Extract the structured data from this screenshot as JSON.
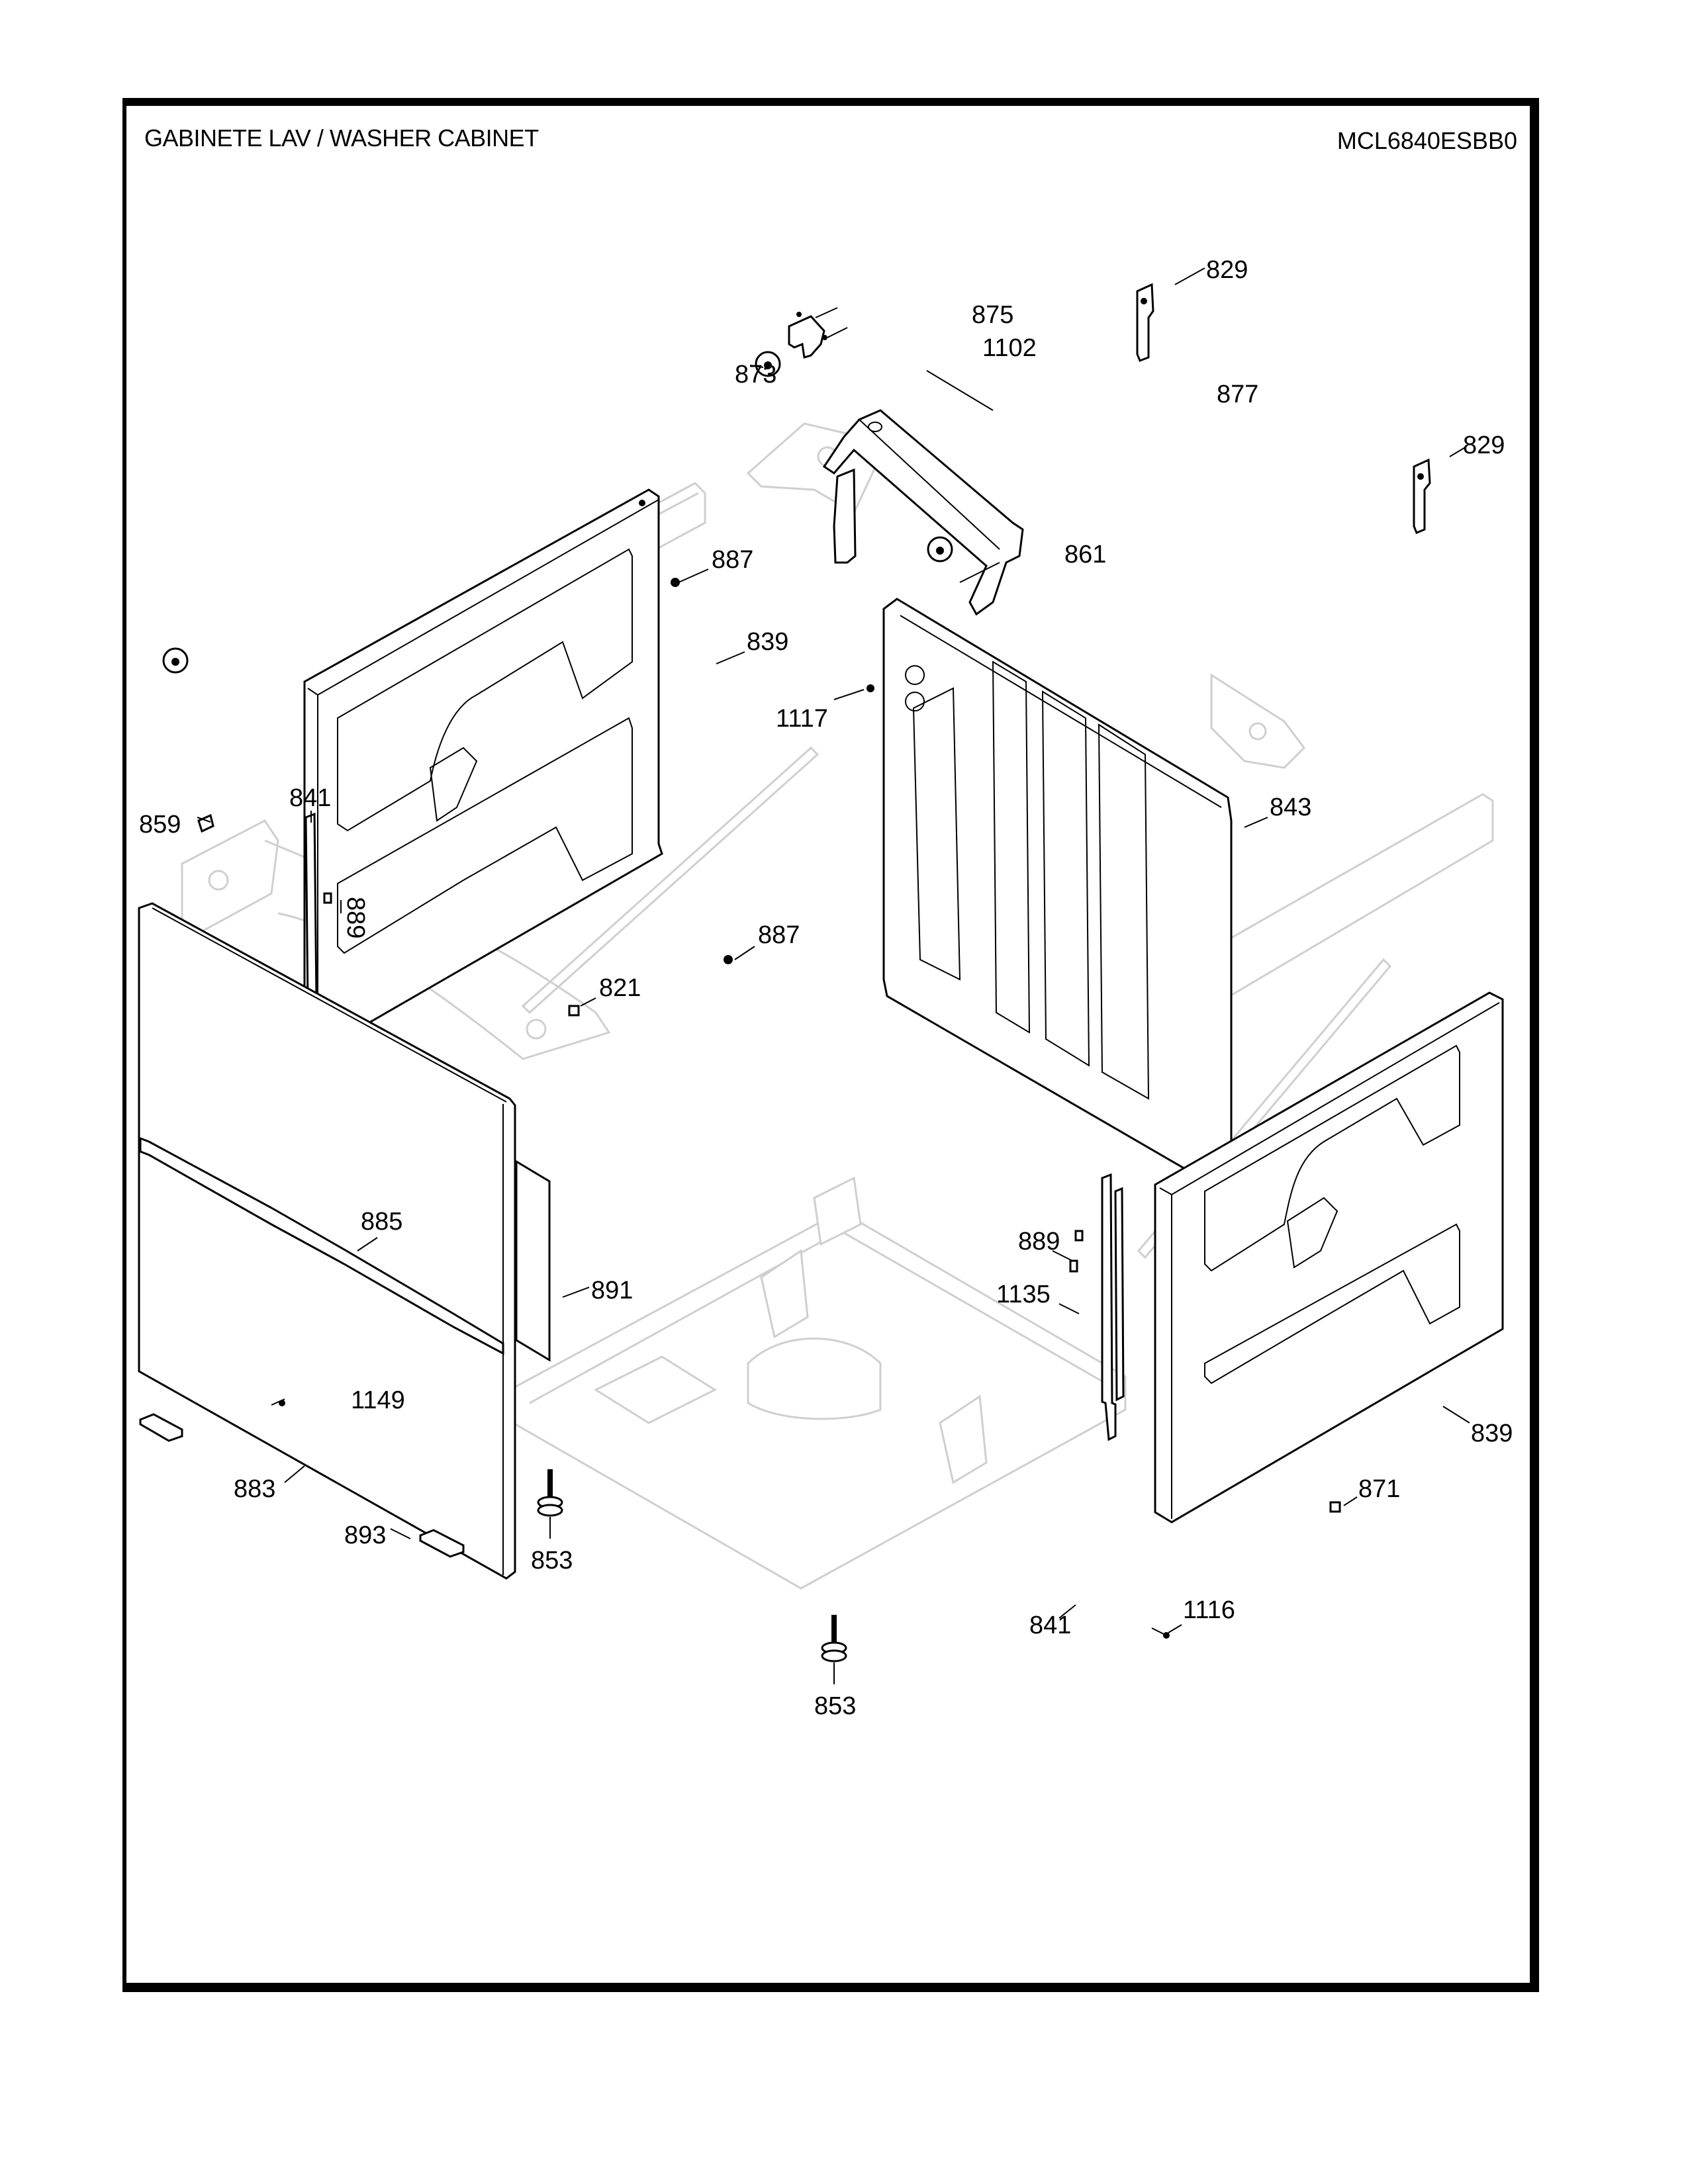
{
  "header": {
    "title": "GABINETE LAV / WASHER CABINET",
    "model": "MCL6840ESBB0"
  },
  "callouts": [
    {
      "id": "829a",
      "label": "829"
    },
    {
      "id": "875",
      "label": "875"
    },
    {
      "id": "1102",
      "label": "1102"
    },
    {
      "id": "873",
      "label": "873"
    },
    {
      "id": "877",
      "label": "877"
    },
    {
      "id": "829b",
      "label": "829"
    },
    {
      "id": "887a",
      "label": "887"
    },
    {
      "id": "861",
      "label": "861"
    },
    {
      "id": "839a",
      "label": "839"
    },
    {
      "id": "1117",
      "label": "1117"
    },
    {
      "id": "841a",
      "label": "841"
    },
    {
      "id": "859",
      "label": "859"
    },
    {
      "id": "889a",
      "label": "889"
    },
    {
      "id": "843",
      "label": "843"
    },
    {
      "id": "887b",
      "label": "887"
    },
    {
      "id": "821",
      "label": "821"
    },
    {
      "id": "885",
      "label": "885"
    },
    {
      "id": "891",
      "label": "891"
    },
    {
      "id": "889b",
      "label": "889"
    },
    {
      "id": "1135",
      "label": "1135"
    },
    {
      "id": "1149",
      "label": "1149"
    },
    {
      "id": "839b",
      "label": "839"
    },
    {
      "id": "883",
      "label": "883"
    },
    {
      "id": "871",
      "label": "871"
    },
    {
      "id": "893",
      "label": "893"
    },
    {
      "id": "853a",
      "label": "853"
    },
    {
      "id": "841b",
      "label": "841"
    },
    {
      "id": "1116",
      "label": "1116"
    },
    {
      "id": "853b",
      "label": "853"
    }
  ]
}
